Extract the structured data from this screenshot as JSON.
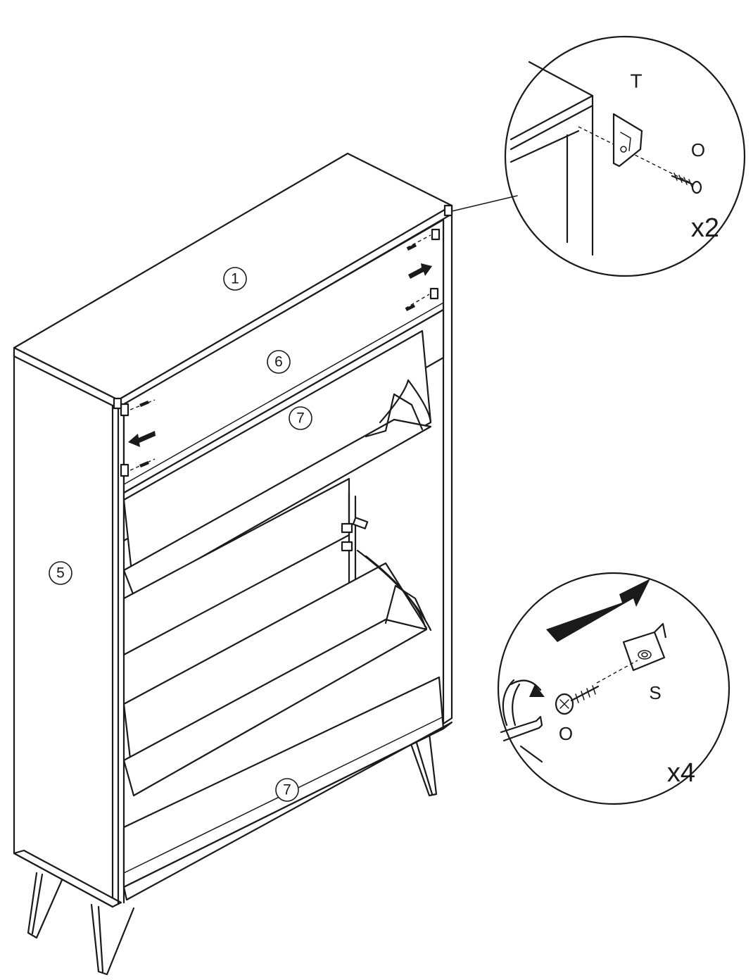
{
  "parts": {
    "top_panel": "1",
    "side_panel": "5",
    "back_rail": "6",
    "upper_flap": "7",
    "lower_flap": "7"
  },
  "detail_top": {
    "fitting_label": "T",
    "screw_label": "O",
    "quantity": "x2"
  },
  "detail_bottom": {
    "fitting_label": "S",
    "screw_label": "O",
    "quantity": "x4"
  },
  "colors": {
    "line": "#1a1a1a",
    "background": "#ffffff"
  }
}
